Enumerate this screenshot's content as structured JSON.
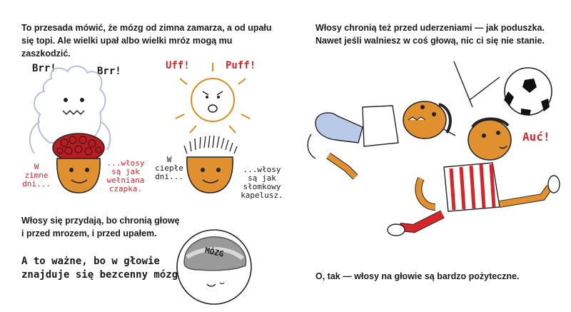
{
  "left_page": {
    "paragraph_1": "To przesada mówić, że mózg od zimna zamarza, a od upału\nsię topi. Ale wielki upał albo wielki mróz mogą mu zaszkodzić.",
    "cold": {
      "shout_1": "Brr!",
      "shout_2": "Brr!",
      "caption_left": "W\nzimne\ndni...",
      "caption_right": "...włosy\nsą jak\nwełniana\nczapka."
    },
    "hot": {
      "shout_1": "Uff!",
      "shout_2": "Puff!",
      "caption_left": "W\nciepłe\ndni...",
      "caption_right": "...włosy\nsą jak\nsłomkowy\nkapelusz."
    },
    "paragraph_2": "Włosy się przydają, bo chronią głowę\ni przed mrozem, i przed upałem.",
    "quote": "A to ważne, bo w głowie\nznajduje się bezcenny mózg.",
    "brain_label": "MÓZG"
  },
  "right_page": {
    "paragraph_1": "Włosy chronią też przed uderzeniami — jak poduszka.\nNawet jeśli walniesz w coś głową, nic ci się nie stanie.",
    "shout": "Auć!",
    "paragraph_2": "O, tak — włosy na głowie są bardzo pożyteczne."
  }
}
